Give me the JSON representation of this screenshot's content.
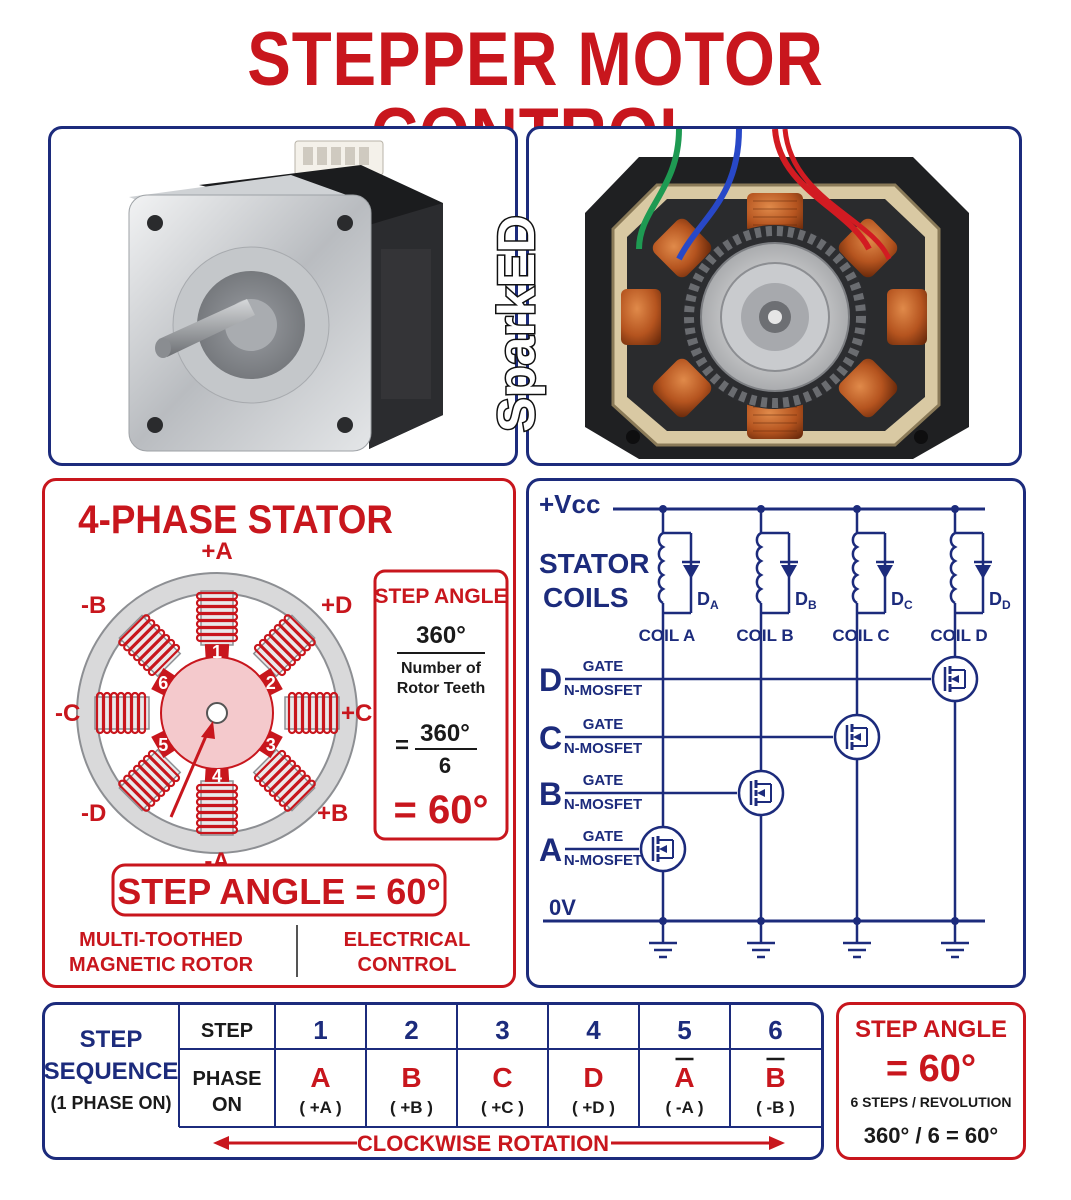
{
  "title": "STEPPER MOTOR CONTROL",
  "watermark": "SparkED",
  "stator": {
    "title": "4-PHASE STATOR",
    "poles": [
      "+A",
      "+D",
      "-C",
      "-B",
      "+C",
      "-D",
      "+B",
      "-A"
    ],
    "pole_top": "+A",
    "pole_bottom": "-A",
    "pole_top_left": "-B",
    "pole_top_right": "+D",
    "pole_left": "-C",
    "pole_right": "+C",
    "pole_bottom_left": "-D",
    "pole_bottom_right": "+B",
    "teeth": [
      "1",
      "2",
      "3",
      "4",
      "5",
      "6"
    ],
    "step_angle_box": {
      "heading": "STEP ANGLE",
      "numerator": "360°",
      "denominator_line1": "Number of",
      "denominator_line2": "Rotor Teeth",
      "equals": "=",
      "num2": "360°",
      "den2": "6",
      "result": "= 60°"
    },
    "banner": "STEP ANGLE = 60°",
    "caption_left_1": "MULTI-TOOTHED",
    "caption_left_2": "MAGNETIC ROTOR",
    "caption_right_1": "ELECTRICAL",
    "caption_right_2": "CONTROL"
  },
  "circuit": {
    "vcc": "+Vcc",
    "stator_coils_1": "STATOR",
    "stator_coils_2": "COILS",
    "coils": [
      "COIL A",
      "COIL B",
      "COIL C",
      "COIL D"
    ],
    "diodes": [
      "D",
      "D",
      "D",
      "D"
    ],
    "diode_subs": [
      "A",
      "B",
      "C",
      "D"
    ],
    "channels": [
      {
        "letter": "D",
        "gate": "GATE",
        "type": "N-MOSFET"
      },
      {
        "letter": "C",
        "gate": "GATE",
        "type": "N-MOSFET"
      },
      {
        "letter": "B",
        "gate": "GATE",
        "type": "N-MOSFET"
      },
      {
        "letter": "A",
        "gate": "GATE",
        "type": "N-MOSFET"
      }
    ],
    "ground": "0V"
  },
  "sequence": {
    "label_1": "STEP",
    "label_2": "SEQUENCE",
    "label_3": "(1 PHASE ON)",
    "row_step_label": "STEP",
    "row_phase_label_1": "PHASE",
    "row_phase_label_2": "ON",
    "steps": [
      "1",
      "2",
      "3",
      "4",
      "5",
      "6"
    ],
    "phases": [
      "A",
      "B",
      "C",
      "D",
      "A",
      "B"
    ],
    "phase_notes": [
      "( +A )",
      "( +B )",
      "( +C )",
      "( +D )",
      "( -A )",
      "( -B )"
    ],
    "rotation": "CLOCKWISE ROTATION"
  },
  "summary": {
    "heading": "STEP ANGLE",
    "value": "= 60°",
    "steps_rev": "6 STEPS / REVOLUTION",
    "formula": "360° / 6 = 60°"
  },
  "colors": {
    "red": "#c8161d",
    "navy": "#1c2b7c",
    "copper": "#b5541f"
  }
}
